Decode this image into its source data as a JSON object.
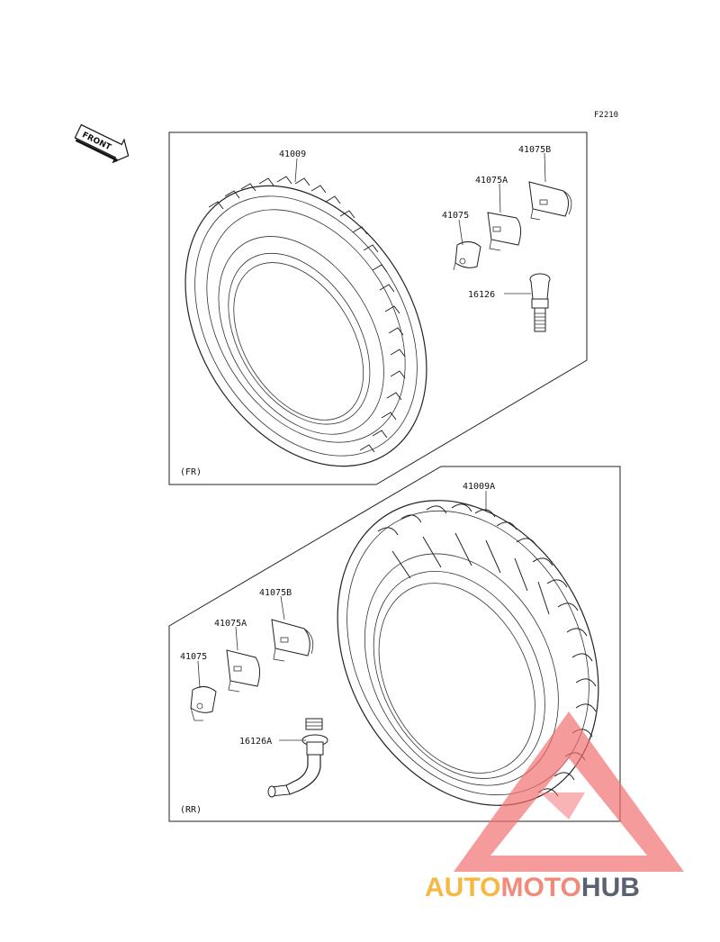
{
  "diagram": {
    "drawing_code": "F2210",
    "front_arrow_label": "FRONT",
    "front_section": {
      "label": "(FR)",
      "parts": {
        "tire": "41009",
        "weight_b": "41075B",
        "weight_a": "41075A",
        "weight": "41075",
        "valve": "16126"
      }
    },
    "rear_section": {
      "label": "(RR)",
      "parts": {
        "tire": "41009A",
        "weight_b": "41075B",
        "weight_a": "41075A",
        "weight": "41075",
        "valve": "16126A"
      }
    }
  },
  "watermark": {
    "part1": "AUTO",
    "part2": "MOTO",
    "part3": "HUB",
    "colors": {
      "auto": "#f5b942",
      "moto": "#f08a7a",
      "hub": "#5a6170",
      "triangle": "#f26d6d"
    }
  }
}
